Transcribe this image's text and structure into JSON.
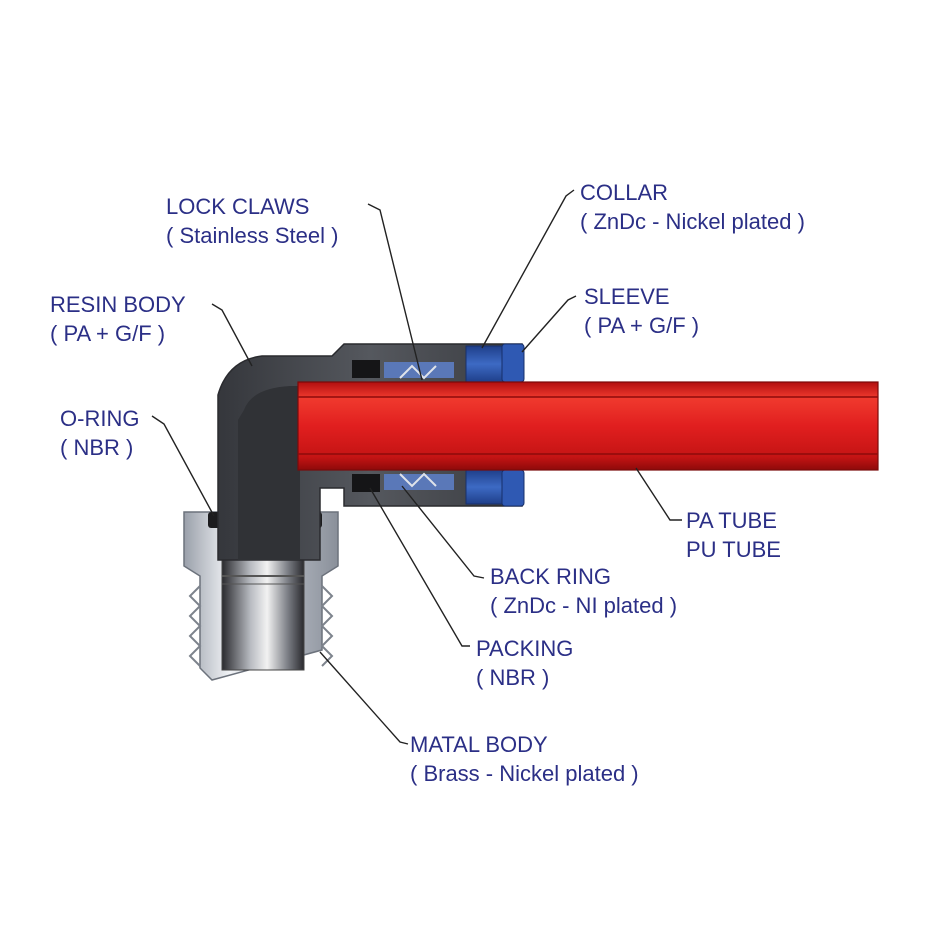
{
  "colors": {
    "label_text": "#2b2f86",
    "tube": "#e11f1f",
    "resin_body": "#4a4c52",
    "metal_body": "#c8ccd4",
    "collar": "#2a52a6",
    "leader": "#222222"
  },
  "labels": {
    "lock_claws": {
      "name": "LOCK CLAWS",
      "material": "( Stainless Steel )"
    },
    "collar": {
      "name": "COLLAR",
      "material": "( ZnDc - Nickel plated )"
    },
    "resin_body": {
      "name": "RESIN BODY",
      "material": "( PA + G/F )"
    },
    "sleeve": {
      "name": "SLEEVE",
      "material": "( PA + G/F )"
    },
    "o_ring": {
      "name": "O-RING",
      "material": "( NBR )"
    },
    "tube": {
      "name": "PA TUBE",
      "material": "PU TUBE"
    },
    "back_ring": {
      "name": "BACK RING",
      "material": "( ZnDc - NI plated )"
    },
    "packing": {
      "name": "PACKING",
      "material": "( NBR )"
    },
    "metal_body": {
      "name": "MATAL BODY",
      "material": "( Brass - Nickel plated )"
    }
  }
}
